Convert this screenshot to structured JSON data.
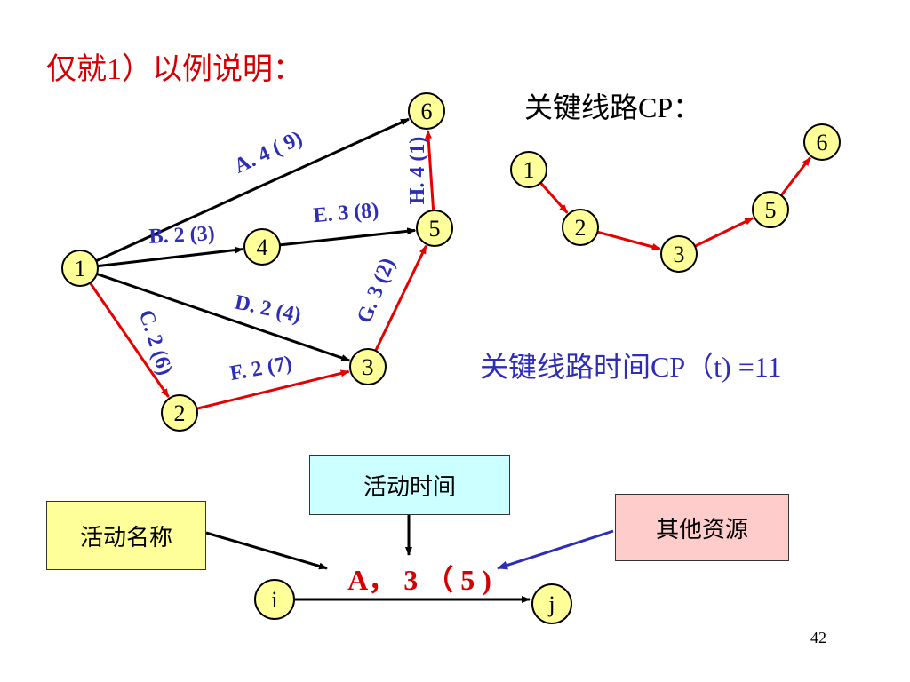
{
  "title": "仅就1）以例说明：",
  "cp_title": "关键线路CP：",
  "cp_time": "关键线路时间CP（t) =11",
  "page_number": "42",
  "colors": {
    "critical": "#e60000",
    "normal": "#000000",
    "label": "#2d2db5",
    "title": "#d40000",
    "node_fill": "#ffff99"
  },
  "network": {
    "nodes": [
      {
        "id": "1",
        "label": "1"
      },
      {
        "id": "2",
        "label": "2"
      },
      {
        "id": "3",
        "label": "3"
      },
      {
        "id": "4",
        "label": "4"
      },
      {
        "id": "5",
        "label": "5"
      },
      {
        "id": "6",
        "label": "6"
      }
    ],
    "activities": [
      {
        "from": "1",
        "to": "6",
        "label": "A. 4 ( 9)",
        "critical": false
      },
      {
        "from": "1",
        "to": "4",
        "label": "B. 2  (3)",
        "critical": false
      },
      {
        "from": "1",
        "to": "2",
        "label": "C. 2 (6)",
        "critical": true
      },
      {
        "from": "1",
        "to": "3",
        "label": "D. 2 (4)",
        "critical": false
      },
      {
        "from": "4",
        "to": "5",
        "label": "E. 3  (8)",
        "critical": false
      },
      {
        "from": "2",
        "to": "3",
        "label": "F. 2 (7)",
        "critical": true
      },
      {
        "from": "3",
        "to": "5",
        "label": "G. 3 (2)",
        "critical": true
      },
      {
        "from": "5",
        "to": "6",
        "label": "H. 4 (1)",
        "critical": true
      }
    ]
  },
  "critical_path": {
    "nodes": [
      "1",
      "2",
      "3",
      "5",
      "6"
    ]
  },
  "legend": {
    "activity_name": "活动名称",
    "activity_time": "活动时间",
    "other_resources": "其他资源",
    "example_label": "A， 3 （ 5 )",
    "node_i": "i",
    "node_j": "j"
  }
}
